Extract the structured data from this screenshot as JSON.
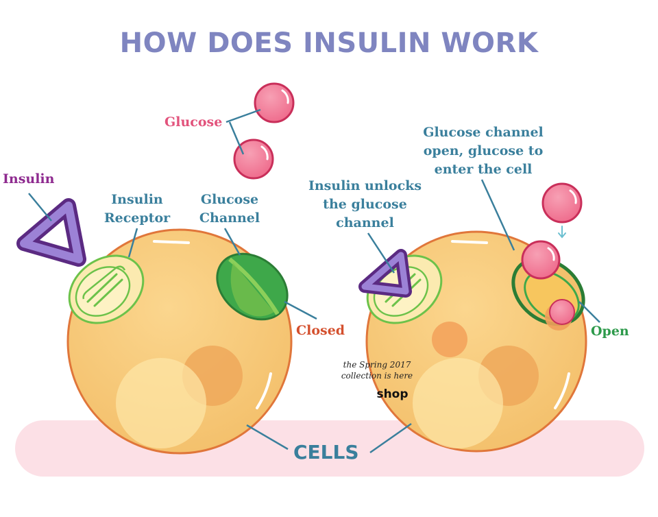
{
  "title": "HOW DOES INSULIN WORK",
  "labels": {
    "glucose": "Glucose",
    "insulin": "Insulin",
    "insulin_receptor": [
      "Insulin",
      "Receptor"
    ],
    "glucose_channel": [
      "Glucose",
      "Channel"
    ],
    "closed": "Closed",
    "insulin_unlocks": [
      "Insulin unlocks",
      "the glucose",
      "channel"
    ],
    "channel_open": [
      "Glucose channel",
      "open, glucose to",
      "enter the cell"
    ],
    "open": "Open",
    "cells": "CELLS"
  },
  "promo": {
    "lines": [
      "the Spring 2017",
      "collection is here"
    ],
    "shop_label": "shop"
  },
  "colors": {
    "title": "#7f85c0",
    "teal_label": "#3a7f9c",
    "glucose_pink": "#e2537c",
    "insulin_purple": "#8e2a8f",
    "closed_red": "#d4502e",
    "open_green": "#2d9a4b",
    "cell_fill": "#f6c978",
    "cell_outline": "#e0763a",
    "ground_pink": "#fce0e6"
  }
}
